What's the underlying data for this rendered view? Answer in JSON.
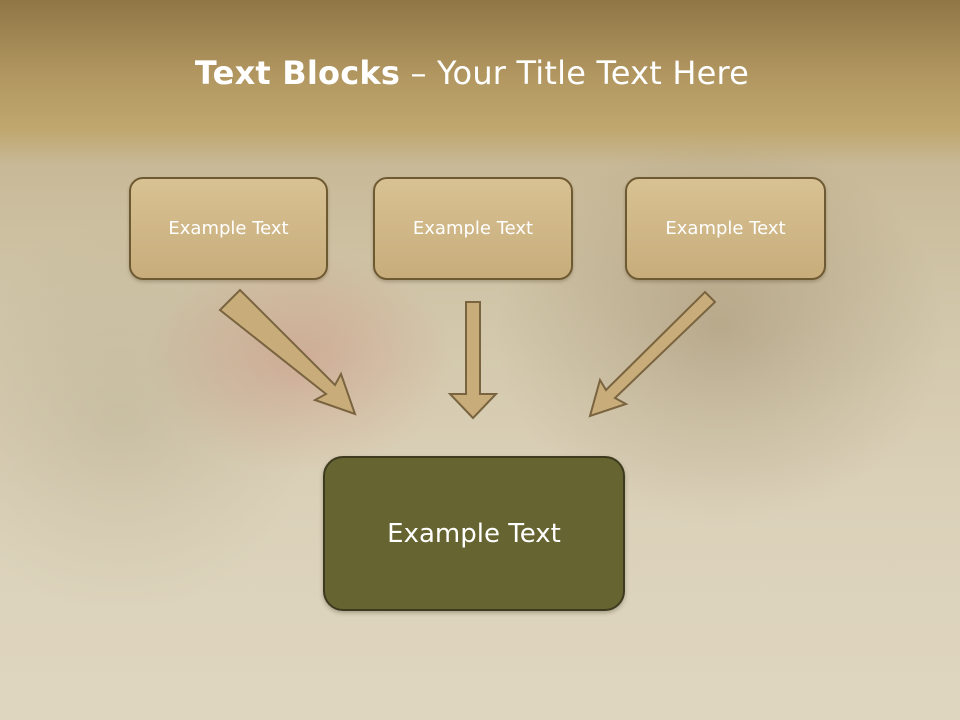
{
  "title": {
    "bold": "Text Blocks",
    "rest": " – Your Title Text Here"
  },
  "boxes": [
    {
      "label": "Example Text"
    },
    {
      "label": "Example Text"
    },
    {
      "label": "Example Text"
    }
  ],
  "main_box": {
    "label": "Example Text"
  },
  "colors": {
    "title_band": "#b19660",
    "box_fill": "#d0b785",
    "box_border": "#6e5a32",
    "main_box_fill": "#666431",
    "arrow_fill": "#c8ad7b"
  }
}
